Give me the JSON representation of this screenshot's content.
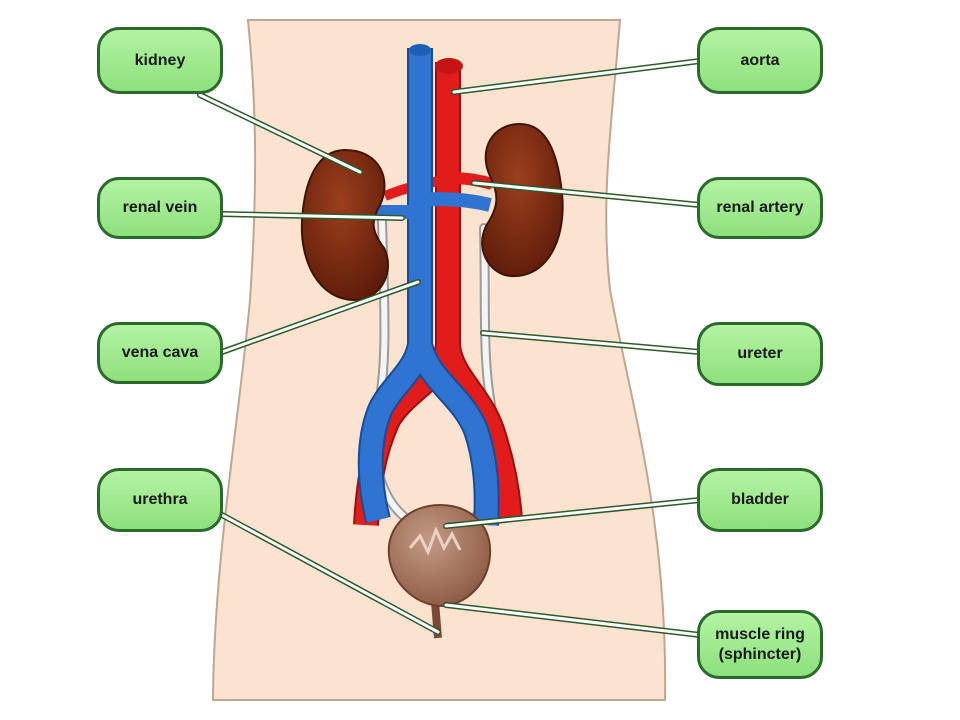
{
  "labels": {
    "kidney": "kidney",
    "renal_vein": "renal vein",
    "vena_cava": "vena cava",
    "urethra": "urethra",
    "aorta": "aorta",
    "renal_artery": "renal artery",
    "ureter": "ureter",
    "bladder": "bladder",
    "muscle_ring": "muscle ring\n(sphincter)"
  },
  "colors": {
    "skin": "#fbe3d0",
    "artery_red": "#e21b1b",
    "vein_blue": "#2f74d0",
    "kidney_brown": "#7a2a12",
    "bladder_brown": "#a8765e",
    "ureter_white": "#f4f4f4",
    "label_green": "#a0ea8e",
    "label_border": "#2c6a2c"
  }
}
